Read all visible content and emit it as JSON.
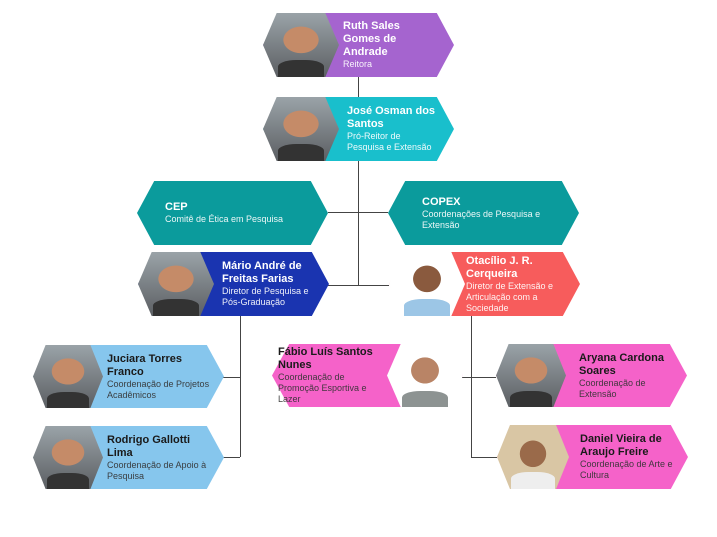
{
  "colors": {
    "purple": "#a564cf",
    "cyan": "#19bfcc",
    "teal": "#0b9b9c",
    "blue": "#1a34b0",
    "red": "#f75c5c",
    "lightblue": "#86c6ed",
    "pink": "#f562c9"
  },
  "nodes": {
    "ruth": {
      "name": "Ruth Sales Gomes de Andrade",
      "role": "Reitora"
    },
    "jose": {
      "name": "José Osman dos Santos",
      "role": "Pró-Reitor de Pesquisa e Extensão"
    },
    "cep": {
      "name": "CEP",
      "role": "Comitê de Ética em Pesquisa"
    },
    "copex": {
      "name": "COPEX",
      "role": "Coordenações de Pesquisa e Extensão"
    },
    "mario": {
      "name": "Mário André de Freitas Farias",
      "role": "Diretor de Pesquisa e Pós-Graduação"
    },
    "otacilio": {
      "name": "Otacílio J. R. Cerqueira",
      "role": "Diretor de Extensão e Articulação com a Sociedade"
    },
    "juciara": {
      "name": "Juciara Torres Franco",
      "role": "Coordenação de Projetos Acadêmicos"
    },
    "rodrigo": {
      "name": "Rodrigo Gallotti Lima",
      "role": "Coordenação de Apoio à Pesquisa"
    },
    "fabio": {
      "name": "Fábio Luís Santos Nunes",
      "role": "Coordenação de Promoção Esportiva e Lazer"
    },
    "aryana": {
      "name": "Aryana Cardona Soares",
      "role": "Coordenação de Extensão"
    },
    "daniel": {
      "name": "Daniel Vieira de Araujo Freire",
      "role": "Coordenação de Arte e Cultura"
    }
  }
}
